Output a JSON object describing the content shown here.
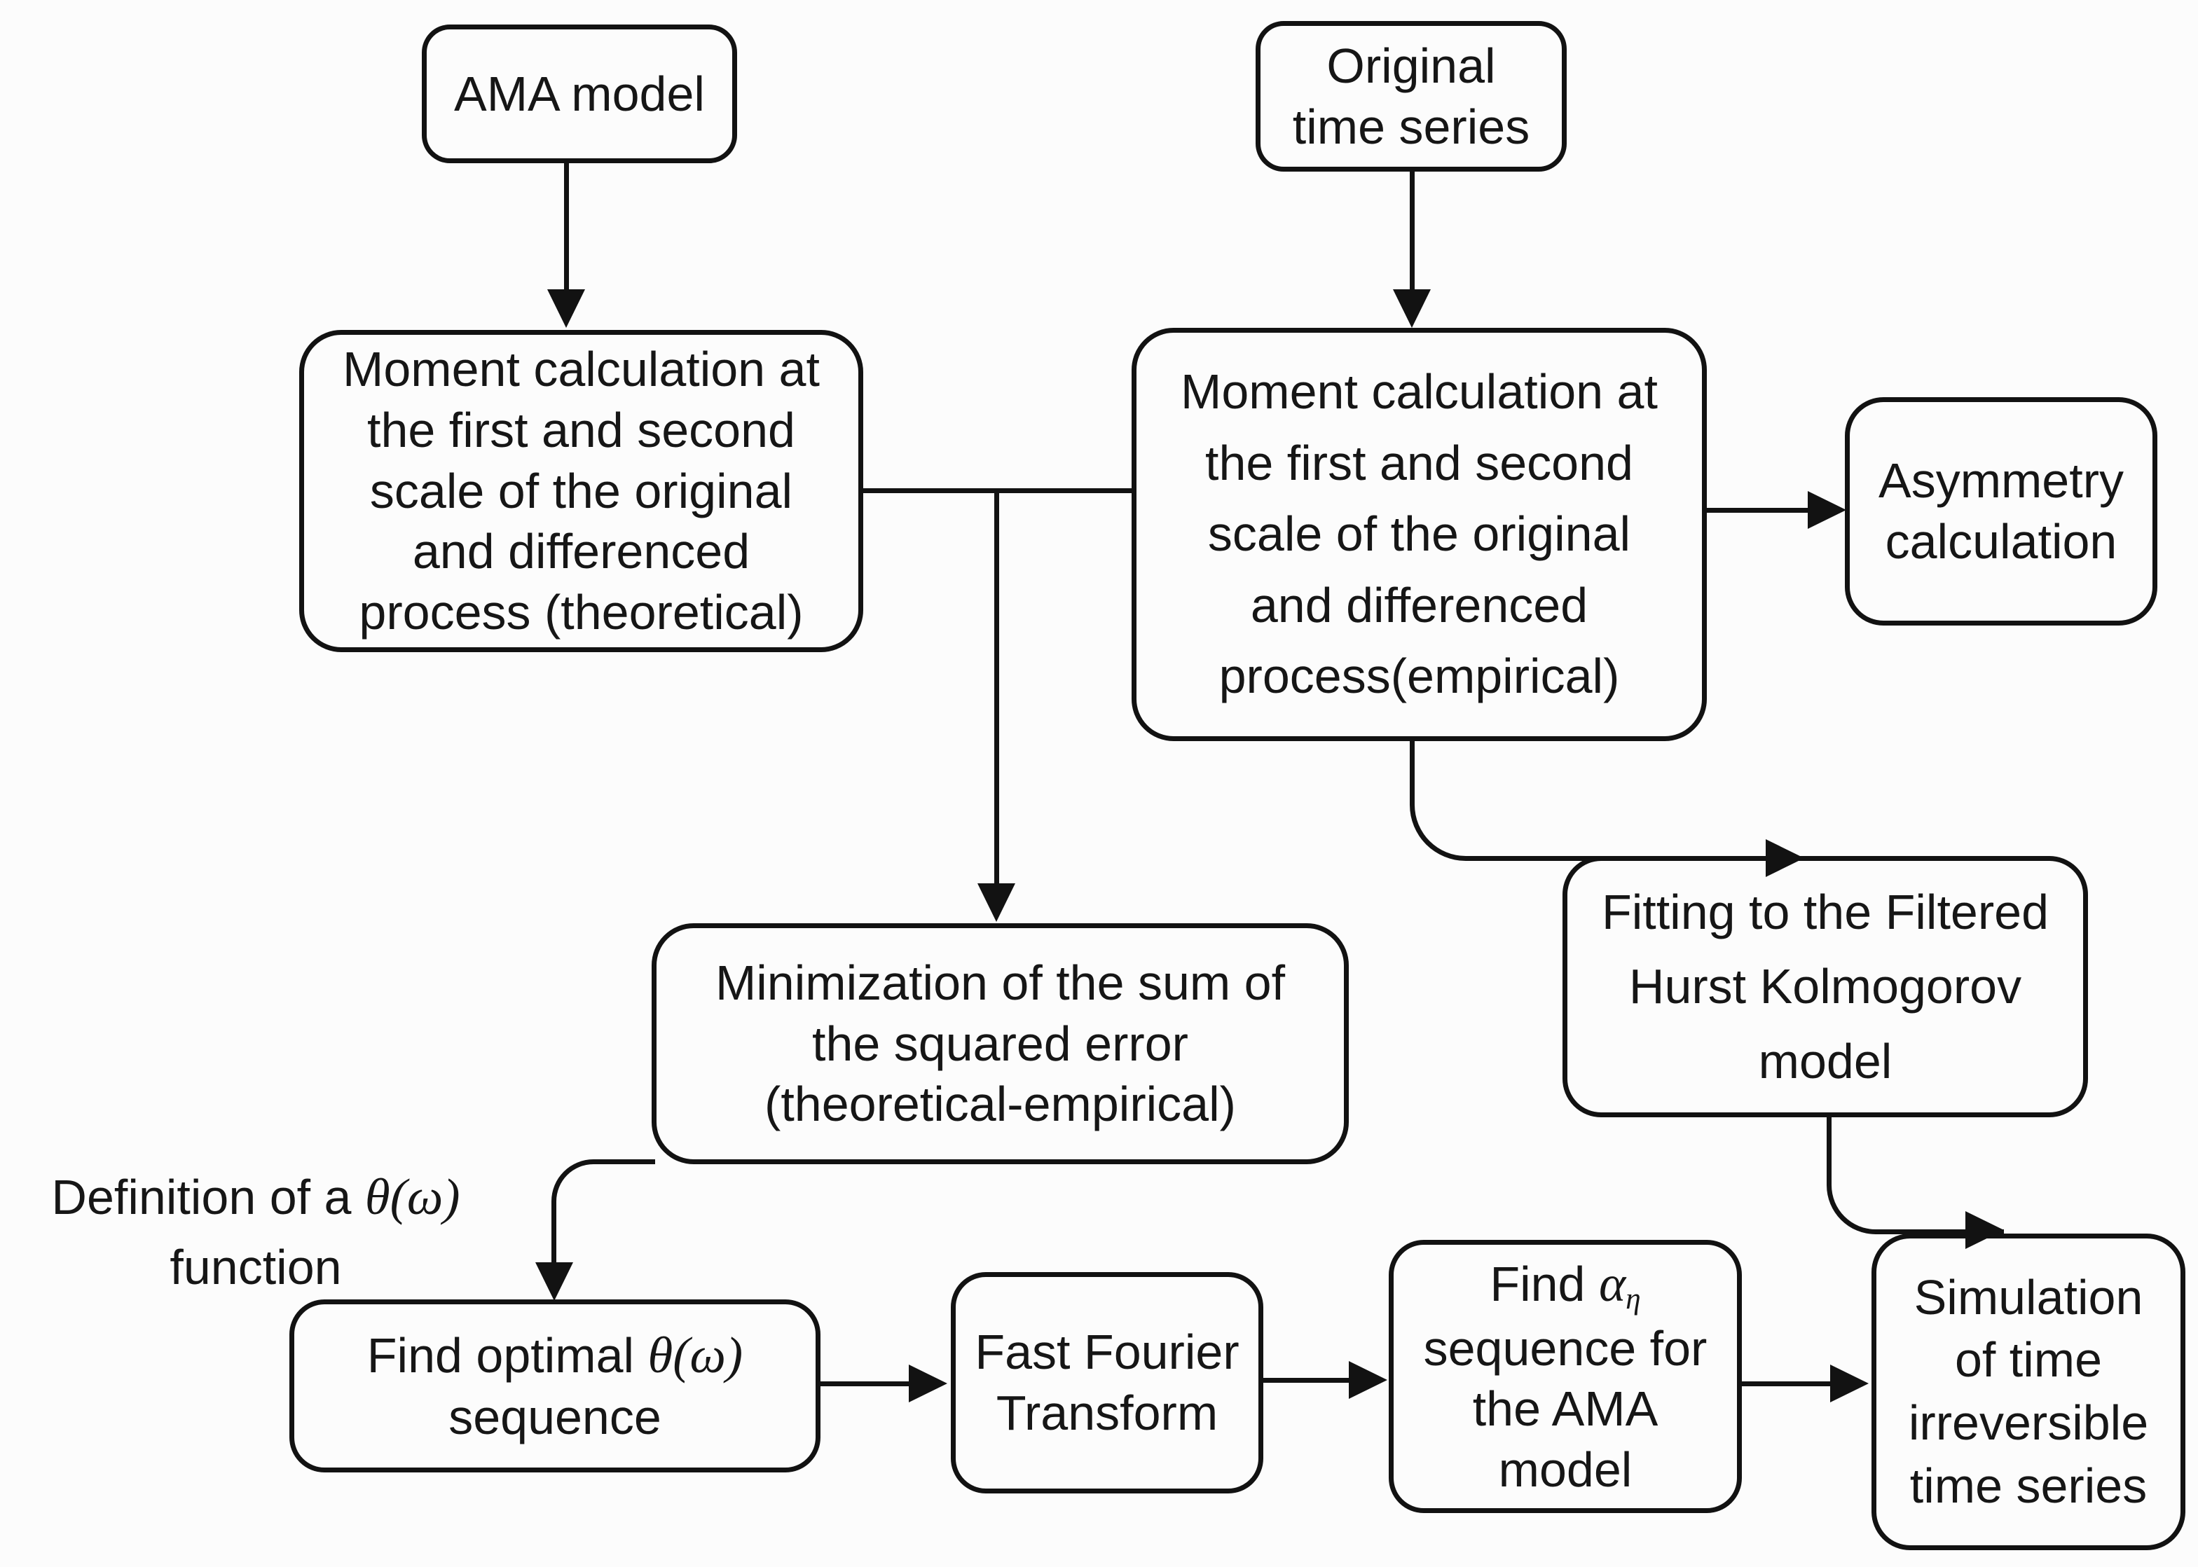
{
  "colors": {
    "background": "#fcfcfc",
    "stroke": "#121212",
    "text": "#161616"
  },
  "nodes": {
    "ama_model": {
      "label": "AMA model"
    },
    "original_time_series": {
      "lines": [
        "Original",
        "time series"
      ]
    },
    "moment_theoretical": {
      "lines": [
        "Moment calculation at",
        "the first and second",
        "scale of the original",
        "and differenced",
        "process (theoretical)"
      ]
    },
    "moment_empirical": {
      "lines": [
        "Moment calculation at",
        "the first and second",
        "scale of the original",
        "and differenced",
        "process(empirical)"
      ]
    },
    "asymmetry_calculation": {
      "lines": [
        "Asymmetry",
        "calculation"
      ]
    },
    "minimization": {
      "lines": [
        "Minimization of the sum of",
        "the squared error",
        "(theoretical-empirical)"
      ]
    },
    "fitting_fhk": {
      "lines": [
        "Fitting to the Filtered",
        "Hurst Kolmogorov",
        "model"
      ]
    },
    "find_optimal_theta": {
      "line1_text": "Find optimal ",
      "line1_math": "θ(ω)",
      "line2": "sequence"
    },
    "fast_fourier_transform": {
      "lines": [
        "Fast Fourier",
        "Transform"
      ]
    },
    "find_alpha": {
      "line1_text": "Find ",
      "alpha": "α",
      "alpha_sub": "η",
      "rest_lines": [
        "sequence for",
        "the AMA",
        "model"
      ]
    },
    "simulation": {
      "lines": [
        "Simulation",
        "of time",
        "irreversible",
        "time series"
      ]
    }
  },
  "labels": {
    "definition_theta": {
      "line1_text": "Definition of a ",
      "line1_math": "θ(ω)",
      "line2": "function"
    }
  }
}
